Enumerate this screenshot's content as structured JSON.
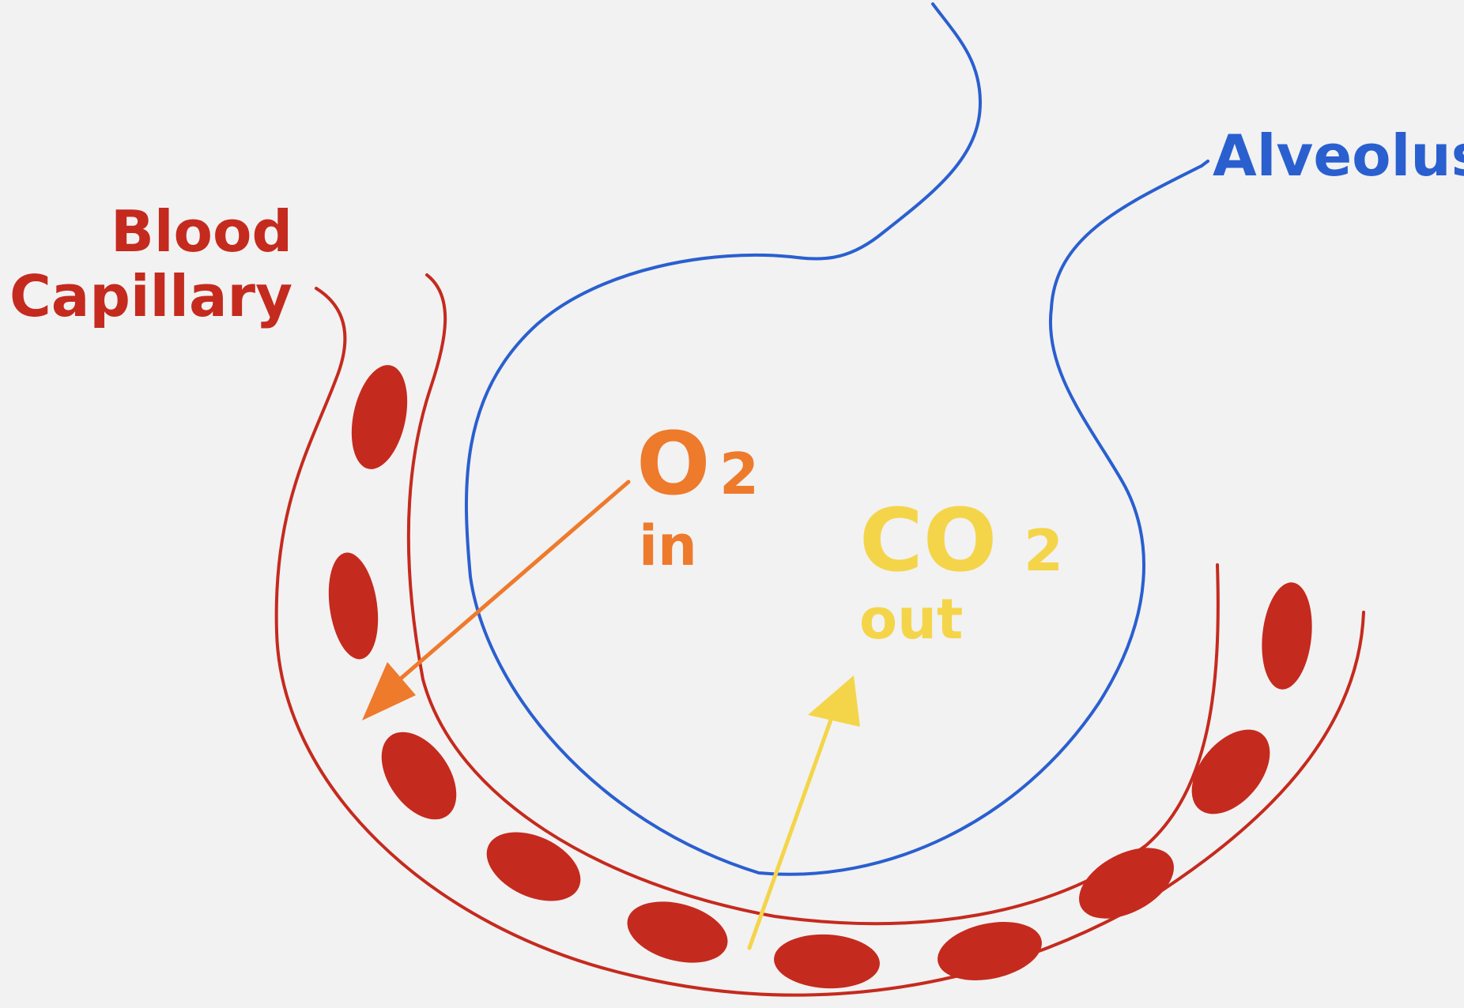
{
  "labels": {
    "alveolus": "Alveolus",
    "blood_line1": "Blood",
    "blood_line2": "Capillary",
    "o2_main": "O",
    "o2_sub": "2",
    "o2_note": "in",
    "co2_main": "CO",
    "co2_sub": "2",
    "co2_note": "out"
  },
  "colors": {
    "background": "#f2f2f2",
    "alveolus": "#2a5fcf",
    "capillary": "#c52a1e",
    "red_cell": "#c52a1e",
    "oxygen": "#ee7a2c",
    "carbon_dioxide": "#f4d54a"
  }
}
